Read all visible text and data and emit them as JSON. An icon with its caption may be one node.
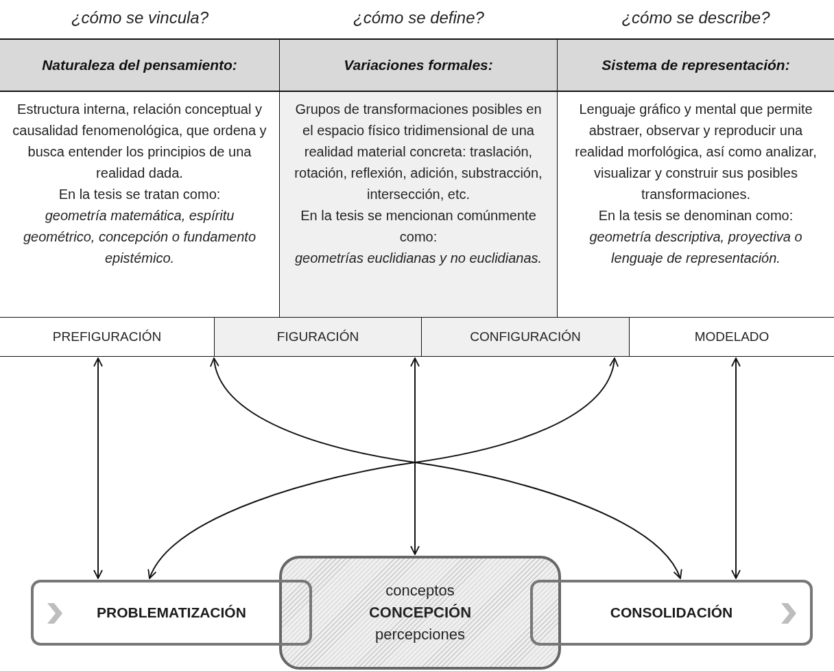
{
  "diagram": {
    "nodes": [
      {
        "text": [
          "Naturaleza del pensamiento:",
          "Estructura interna, relación conceptual y causalidad fenomenológica, que ordena y busca entender los principios de una realidad dada.",
          "En la tesis se tratan como:",
          "geometría matemática, espíritu geométrico, concepción o fundamento epistémico."
        ],
        "beside": [
          "¿cómo se vincula?"
        ]
      },
      {
        "text": [
          "Variaciones formales:",
          "Grupos de transformaciones posibles en el espacio físico tridimensional de una realidad material concreta: traslación, rotación, reflexión, adición, substracción, intersección, etc.",
          "En la tesis se mencionan comúnmente como:",
          "geometrías euclidianas y no euclidianas."
        ],
        "beside": [
          "¿cómo se define?"
        ]
      },
      {
        "text": [
          "Sistema de representación:",
          "Lenguaje gráfico y mental que permite abstraer, observar y reproducir una realidad morfológica, así como analizar, visualizar y construir sus posibles transformaciones.",
          "En la tesis se denominan como:",
          "geometría descriptiva, proyectiva o lenguaje de representación."
        ],
        "beside": [
          "¿cómo se describe?"
        ]
      },
      {
        "text": [
          "PREFIGURACIÓN"
        ]
      },
      {
        "text": [
          "FIGURACIÓN"
        ]
      },
      {
        "text": [
          "CONFIGURACIÓN"
        ]
      },
      {
        "text": [
          "MODELADO"
        ]
      },
      {
        "text": [
          "PROBLEMATIZACIÓN"
        ]
      },
      {
        "text": [
          "conceptos",
          "CONCEPCIÓN",
          "percepciones"
        ]
      },
      {
        "text": [
          "CONSOLIDACIÓN"
        ]
      }
    ],
    "edges": [
      {
        "from": 3,
        "to": 7,
        "arrow": "both"
      },
      {
        "from": 4,
        "to": 9,
        "arrow": "both"
      },
      {
        "from": 5,
        "to": 7,
        "arrow": "both"
      },
      {
        "from": 4,
        "to": 8,
        "arrow": "both"
      },
      {
        "from": 6,
        "to": 9,
        "arrow": "both"
      }
    ]
  }
}
